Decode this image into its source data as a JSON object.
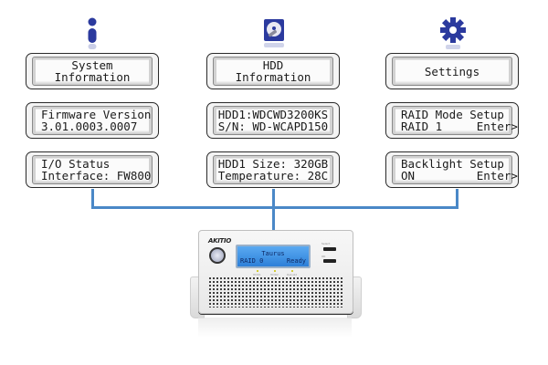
{
  "columns": [
    {
      "id": "system",
      "icon": "info-icon",
      "header": [
        "System",
        "Information"
      ],
      "panels": [
        [
          "Firmware Version",
          "3.01.0003.0007"
        ],
        [
          "I/O Status",
          "Interface: FW800"
        ]
      ]
    },
    {
      "id": "hdd",
      "icon": "hard-drive-icon",
      "header": [
        "HDD",
        "Information"
      ],
      "panels": [
        [
          "HDD1:WDCWD3200KS",
          "S/N: WD-WCAPD150"
        ],
        [
          "HDD1 Size: 320GB",
          "Temperature: 28C"
        ]
      ]
    },
    {
      "id": "settings",
      "icon": "gear-icon",
      "header": [
        "Settings"
      ],
      "panels": [
        [
          "RAID Mode Setup",
          "RAID 1     Enter>"
        ],
        [
          "Backlight Setup",
          "ON         Enter>"
        ]
      ]
    }
  ],
  "device": {
    "brand": "AKITIO",
    "screen_line1": "Taurus",
    "screen_line2_left": "RAID 0",
    "screen_line2_right": "Ready",
    "buttons": [
      "Select",
      "OK"
    ],
    "leds": [
      "HDD1",
      "HDD2",
      "Rebuild"
    ]
  },
  "colors": {
    "icon": "#2b3a9e",
    "connector": "#4a88c7",
    "lcd_screen": "#3b8fe4"
  }
}
